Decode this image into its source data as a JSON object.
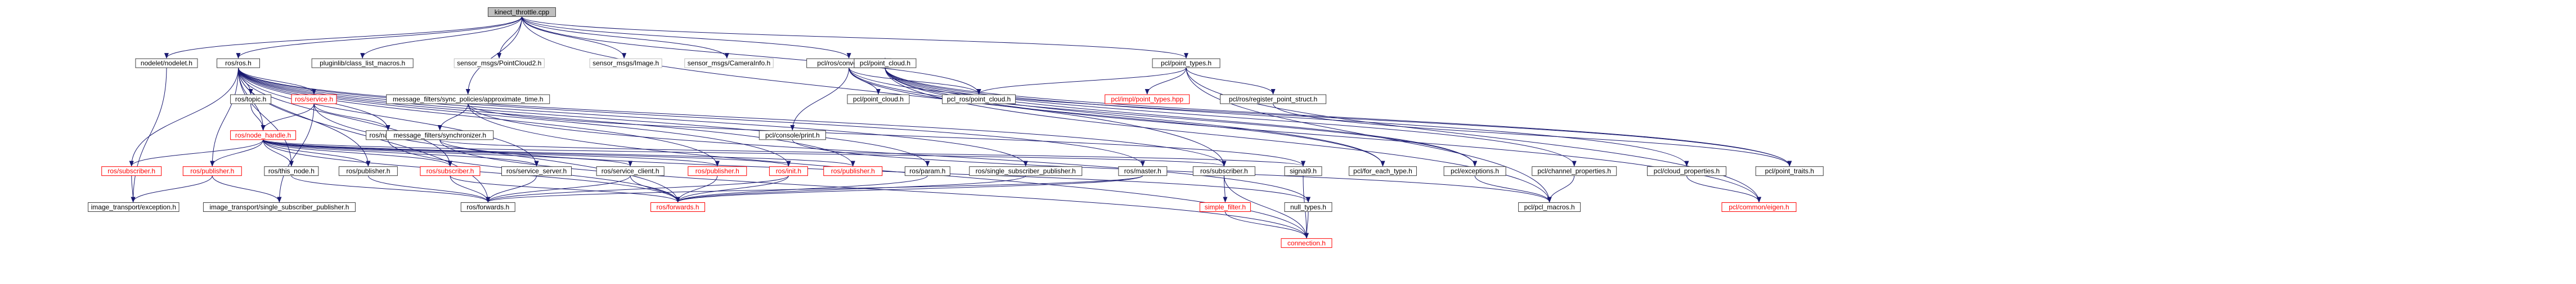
{
  "nodes": [
    {
      "id": "root",
      "label": "kinect_throttle.cpp",
      "kind": "root"
    },
    {
      "id": "nodelet",
      "label": "nodelet/nodelet.h",
      "kind": "normal"
    },
    {
      "id": "ros_ros",
      "label": "ros/ros.h",
      "kind": "normal"
    },
    {
      "id": "pluginlib",
      "label": "pluginlib/class_list_macros.h",
      "kind": "normal"
    },
    {
      "id": "sensor_pc2",
      "label": "sensor_msgs/PointCloud2.h",
      "kind": "missing"
    },
    {
      "id": "sensor_image",
      "label": "sensor_msgs/Image.h",
      "kind": "missing"
    },
    {
      "id": "sensor_caminfo",
      "label": "sensor_msgs/CameraInfo.h",
      "kind": "missing"
    },
    {
      "id": "pcl_ros_conv",
      "label": "pcl/ros/conversions.h",
      "kind": "normal"
    },
    {
      "id": "pcl_point_types",
      "label": "pcl/point_types.h",
      "kind": "normal"
    },
    {
      "id": "msg_filters_approx",
      "label": "message_filters/sync_policies/approximate_time.h",
      "kind": "normal"
    },
    {
      "id": "ros_topic",
      "label": "ros/topic.h",
      "kind": "normal"
    },
    {
      "id": "ros_service",
      "label": "ros/service.h",
      "kind": "red"
    },
    {
      "id": "ros_names",
      "label": "ros/names.h",
      "kind": "normal"
    },
    {
      "id": "ros_node_handle",
      "label": "ros/node_handle.h",
      "kind": "red"
    },
    {
      "id": "msg_filters_sync",
      "label": "message_filters/synchronizer.h",
      "kind": "normal"
    },
    {
      "id": "pcl_console",
      "label": "pcl/console/print.h",
      "kind": "normal"
    },
    {
      "id": "pcl_point_cloud_a",
      "label": "pcl/point_cloud.h",
      "kind": "normal"
    },
    {
      "id": "pcl_point_cloud_b",
      "label": "pcl/point_cloud.h",
      "kind": "normal"
    },
    {
      "id": "pcl_ros_point_cloud",
      "label": "pcl_ros/point_cloud.h",
      "kind": "normal"
    },
    {
      "id": "pcl_impl_point_types",
      "label": "pcl/impl/point_types.hpp",
      "kind": "red"
    },
    {
      "id": "pcl_ros_register",
      "label": "pcl/ros/register_point_struct.h",
      "kind": "normal"
    },
    {
      "id": "ros_subscriber_red",
      "label": "ros/subscriber.h",
      "kind": "red"
    },
    {
      "id": "ros_publisher_red",
      "label": "ros/publisher.h",
      "kind": "red"
    },
    {
      "id": "ros_this_node",
      "label": "ros/this_node.h",
      "kind": "normal"
    },
    {
      "id": "ros_publisher_n",
      "label": "ros/publisher.h",
      "kind": "normal"
    },
    {
      "id": "ros_subscriber_red2",
      "label": "ros/subscriber.h",
      "kind": "red"
    },
    {
      "id": "ros_service_server",
      "label": "ros/service_server.h",
      "kind": "normal"
    },
    {
      "id": "ros_service_client",
      "label": "ros/service_client.h",
      "kind": "normal"
    },
    {
      "id": "ros_publisher_red2",
      "label": "ros/publisher.h",
      "kind": "red"
    },
    {
      "id": "ros_init",
      "label": "ros/init.h",
      "kind": "red"
    },
    {
      "id": "ros_publisher_red3",
      "label": "ros/publisher.h",
      "kind": "red"
    },
    {
      "id": "ros_param",
      "label": "ros/param.h",
      "kind": "normal"
    },
    {
      "id": "ros_single_sub_pub",
      "label": "ros/single_subscriber_publisher.h",
      "kind": "normal"
    },
    {
      "id": "ros_master",
      "label": "ros/master.h",
      "kind": "normal"
    },
    {
      "id": "ros_subscriber_n",
      "label": "ros/subscriber.h",
      "kind": "normal"
    },
    {
      "id": "signal9",
      "label": "signal9.h",
      "kind": "normal"
    },
    {
      "id": "pcl_for_each",
      "label": "pcl/for_each_type.h",
      "kind": "normal"
    },
    {
      "id": "pcl_exceptions",
      "label": "pcl/exceptions.h",
      "kind": "normal"
    },
    {
      "id": "pcl_channel_props",
      "label": "pcl/channel_properties.h",
      "kind": "normal"
    },
    {
      "id": "pcl_cloud_props",
      "label": "pcl/cloud_properties.h",
      "kind": "normal"
    },
    {
      "id": "pcl_point_traits",
      "label": "pcl/point_traits.h",
      "kind": "normal"
    },
    {
      "id": "image_transport_exc",
      "label": "image_transport/exception.h",
      "kind": "normal"
    },
    {
      "id": "image_transport_ssp",
      "label": "image_transport/single_subscriber_publisher.h",
      "kind": "normal"
    },
    {
      "id": "ros_forwards_n",
      "label": "ros/forwards.h",
      "kind": "normal"
    },
    {
      "id": "ros_forwards_red",
      "label": "ros/forwards.h",
      "kind": "red"
    },
    {
      "id": "simple_filter",
      "label": "simple_filter.h",
      "kind": "red"
    },
    {
      "id": "null_types",
      "label": "null_types.h",
      "kind": "normal"
    },
    {
      "id": "pcl_macros",
      "label": "pcl/pcl_macros.h",
      "kind": "normal"
    },
    {
      "id": "pcl_common_eigen",
      "label": "pcl/common/eigen.h",
      "kind": "red"
    },
    {
      "id": "connection",
      "label": "connection.h",
      "kind": "red"
    }
  ],
  "edges": [
    [
      "root",
      "nodelet"
    ],
    [
      "root",
      "ros_ros"
    ],
    [
      "root",
      "pluginlib"
    ],
    [
      "root",
      "sensor_pc2"
    ],
    [
      "root",
      "sensor_image"
    ],
    [
      "root",
      "sensor_caminfo"
    ],
    [
      "root",
      "pcl_ros_conv"
    ],
    [
      "root",
      "pcl_point_types"
    ],
    [
      "root",
      "msg_filters_approx"
    ],
    [
      "root",
      "ros_subscriber_n"
    ],
    [
      "root",
      "pcl_ros_point_cloud"
    ],
    [
      "nodelet",
      "image_transport_exc"
    ],
    [
      "ros_ros",
      "ros_topic"
    ],
    [
      "ros_ros",
      "ros_service"
    ],
    [
      "ros_ros",
      "ros_names"
    ],
    [
      "ros_ros",
      "ros_node_handle"
    ],
    [
      "ros_ros",
      "ros_subscriber_red"
    ],
    [
      "ros_ros",
      "ros_publisher_red"
    ],
    [
      "ros_ros",
      "ros_this_node"
    ],
    [
      "ros_ros",
      "ros_publisher_n"
    ],
    [
      "ros_ros",
      "ros_subscriber_red2"
    ],
    [
      "ros_ros",
      "ros_service_server"
    ],
    [
      "ros_ros",
      "ros_publisher_red2"
    ],
    [
      "ros_ros",
      "ros_init"
    ],
    [
      "ros_ros",
      "ros_publisher_red3"
    ],
    [
      "ros_ros",
      "ros_param"
    ],
    [
      "ros_ros",
      "ros_single_sub_pub"
    ],
    [
      "ros_ros",
      "ros_master"
    ],
    [
      "ros_ros",
      "ros_subscriber_n"
    ],
    [
      "ros_ros",
      "ros_forwards_n"
    ],
    [
      "ros_topic",
      "ros_node_handle"
    ],
    [
      "ros_service",
      "ros_node_handle"
    ],
    [
      "ros_service",
      "ros_names"
    ],
    [
      "ros_service",
      "ros_forwards_red"
    ],
    [
      "ros_service",
      "image_transport_ssp"
    ],
    [
      "ros_names",
      "ros_forwards_red"
    ],
    [
      "ros_node_handle",
      "ros_subscriber_red"
    ],
    [
      "ros_node_handle",
      "ros_publisher_red"
    ],
    [
      "ros_node_handle",
      "ros_this_node"
    ],
    [
      "ros_node_handle",
      "ros_publisher_n"
    ],
    [
      "ros_node_handle",
      "ros_subscriber_red2"
    ],
    [
      "ros_node_handle",
      "ros_service_server"
    ],
    [
      "ros_node_handle",
      "ros_service_client"
    ],
    [
      "ros_node_handle",
      "ros_publisher_red2"
    ],
    [
      "ros_node_handle",
      "ros_init"
    ],
    [
      "ros_node_handle",
      "ros_publisher_red3"
    ],
    [
      "ros_node_handle",
      "ros_subscriber_n"
    ],
    [
      "ros_node_handle",
      "ros_forwards_red"
    ],
    [
      "msg_filters_approx",
      "msg_filters_sync"
    ],
    [
      "msg_filters_approx",
      "signal9"
    ],
    [
      "msg_filters_approx",
      "null_types"
    ],
    [
      "msg_filters_approx",
      "connection"
    ],
    [
      "msg_filters_sync",
      "signal9"
    ],
    [
      "msg_filters_sync",
      "null_types"
    ],
    [
      "msg_filters_sync",
      "connection"
    ],
    [
      "pcl_ros_conv",
      "pcl_console"
    ],
    [
      "pcl_ros_conv",
      "pcl_point_cloud_a"
    ],
    [
      "pcl_ros_conv",
      "pcl_point_cloud_b"
    ],
    [
      "pcl_ros_conv",
      "pcl_ros_point_cloud"
    ],
    [
      "pcl_ros_conv",
      "pcl_for_each"
    ],
    [
      "pcl_ros_conv",
      "pcl_exceptions"
    ],
    [
      "pcl_ros_conv",
      "pcl_point_traits"
    ],
    [
      "pcl_point_cloud_b",
      "pcl_for_each"
    ],
    [
      "pcl_point_cloud_b",
      "pcl_exceptions"
    ],
    [
      "pcl_point_cloud_b",
      "pcl_channel_props"
    ],
    [
      "pcl_point_cloud_b",
      "pcl_cloud_props"
    ],
    [
      "pcl_point_cloud_b",
      "pcl_point_traits"
    ],
    [
      "pcl_point_cloud_b",
      "pcl_macros"
    ],
    [
      "pcl_point_cloud_b",
      "pcl_common_eigen"
    ],
    [
      "pcl_point_types",
      "pcl_ros_point_cloud"
    ],
    [
      "pcl_point_types",
      "pcl_impl_point_types"
    ],
    [
      "pcl_point_types",
      "pcl_ros_register"
    ],
    [
      "pcl_point_types",
      "pcl_macros"
    ],
    [
      "pcl_point_types",
      "pcl_common_eigen"
    ],
    [
      "pcl_ros_register",
      "pcl_point_traits"
    ],
    [
      "pcl_console",
      "pcl_macros"
    ],
    [
      "pcl_exceptions",
      "pcl_macros"
    ],
    [
      "pcl_channel_props",
      "pcl_macros"
    ],
    [
      "pcl_cloud_props",
      "pcl_common_eigen"
    ],
    [
      "ros_subscriber_red",
      "image_transport_exc"
    ],
    [
      "ros_publisher_red",
      "image_transport_exc"
    ],
    [
      "ros_publisher_red",
      "image_transport_ssp"
    ],
    [
      "ros_this_node",
      "ros_forwards_n"
    ],
    [
      "ros_publisher_n",
      "ros_forwards_n"
    ],
    [
      "ros_subscriber_red2",
      "ros_forwards_n"
    ],
    [
      "ros_subscriber_red2",
      "ros_forwards_red"
    ],
    [
      "ros_service_server",
      "ros_forwards_n"
    ],
    [
      "ros_service_client",
      "ros_forwards_n"
    ],
    [
      "ros_service_client",
      "ros_forwards_red"
    ],
    [
      "ros_publisher_red2",
      "ros_forwards_red"
    ],
    [
      "ros_init",
      "ros_forwards_n"
    ],
    [
      "ros_init",
      "ros_forwards_red"
    ],
    [
      "ros_param",
      "ros_forwards_red"
    ],
    [
      "ros_single_sub_pub",
      "ros_forwards_red"
    ],
    [
      "ros_master",
      "ros_forwards_n"
    ],
    [
      "ros_master",
      "ros_forwards_red"
    ],
    [
      "ros_subscriber_n",
      "simple_filter"
    ],
    [
      "ros_subscriber_n",
      "connection"
    ],
    [
      "simple_filter",
      "connection"
    ],
    [
      "signal9",
      "connection"
    ],
    [
      "null_types",
      "connection"
    ]
  ]
}
